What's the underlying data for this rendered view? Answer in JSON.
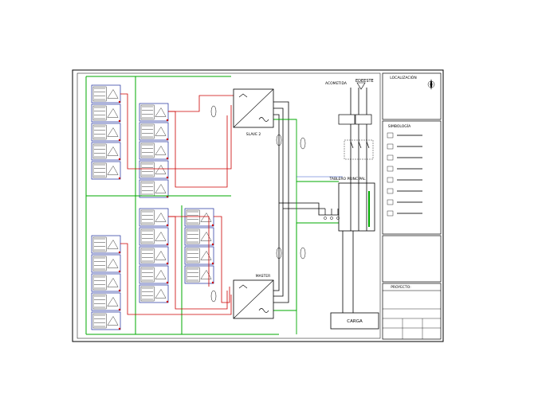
{
  "drawing": {
    "labels": {
      "slave": "SLAVE 2",
      "master": "MASTER",
      "acometida": "ACOMETIDA",
      "edeeste": "EDEESTE",
      "tablero": "TABLERO PRINCIPAL",
      "carga": "CARGA",
      "localizacion": "LOCALIZACIÓN",
      "simbologia": "SIMBOLOGÍA",
      "proyecto": "PROYECTO:"
    },
    "colors": {
      "line_black": "#000000",
      "pv_red": "#cc0000",
      "ground_green": "#00aa00",
      "module_blue": "#1a2a9a",
      "bus_blue": "#3355cc"
    }
  }
}
